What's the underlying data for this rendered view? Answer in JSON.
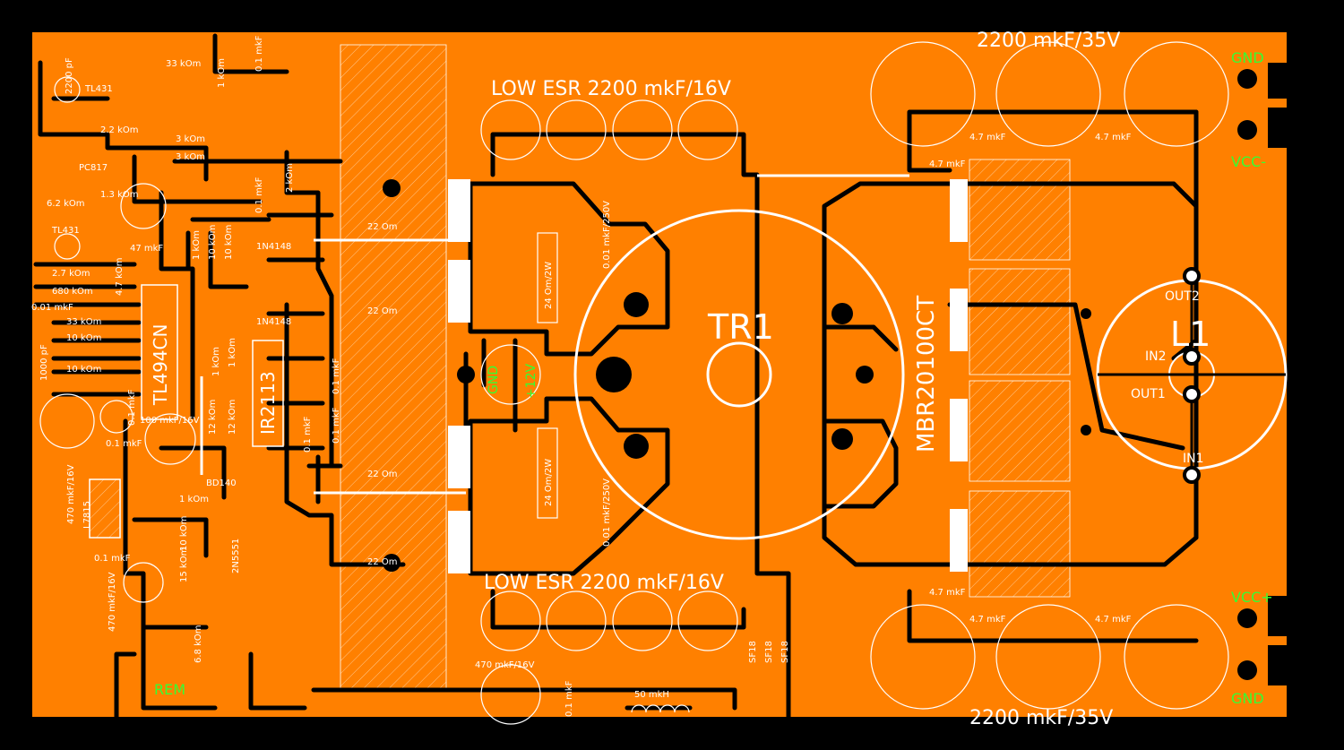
{
  "colors": {
    "board": "#ff8000",
    "background": "#000000",
    "silkscreen": "#ffffff",
    "connector_label": "#33ff33"
  },
  "board": {
    "large_labels": {
      "cap_bank_top": "2200 mkF/35V",
      "cap_bank_bottom": "2200 mkF/35V",
      "low_esr_top": "LOW ESR 2200 mkF/16V",
      "low_esr_bottom": "LOW ESR 2200 mkF/16V",
      "transformer": "TR1",
      "inductor": "L1",
      "rectifier": "MBR20100CT",
      "pwm_ic": "TL494CN",
      "driver_ic": "IR2113"
    },
    "connectors": {
      "gnd_top": "GND",
      "vcc_minus": "VCC-",
      "vcc_plus": "VCC+",
      "gnd_bottom": "GND",
      "rem": "REM",
      "in_gnd": "GND",
      "in_12v": "+12V"
    },
    "inductor_pins": {
      "out2": "OUT2",
      "in2": "IN2",
      "out1": "OUT1",
      "in1": "IN1"
    },
    "components": {
      "c_2200pf": "2200 pF",
      "tl431_top": "TL431",
      "r_33k": "33 kOm",
      "r_1k_top": "1 kOm",
      "c_01_top": "0.1 mkF",
      "r_22k": "2.2 kOm",
      "pc817": "PC817",
      "r_3k_a": "3 kOm",
      "r_3k_b": "3 kOm",
      "r_13k": "1.3 kOm",
      "r_62k": "6.2 kOm",
      "tl431_bot": "TL431",
      "c_47mkf": "47 mkF",
      "r_27k": "2.7 kOm",
      "r_680k": "680 kOm",
      "c_001": "0.01 mkF",
      "r_33k_b": "33 kOm",
      "r_10k_a": "10 kOm",
      "r_10k_b": "10 kOm",
      "c_1000pf": "1000 pF",
      "r_47k": "4.7 kOm",
      "r_2k": "2 kOm",
      "c_01_mid": "0.1 mkF",
      "r_10k_c": "10 kOm",
      "r_10k_d": "10 kOm",
      "r_1k_mid": "1 kOm",
      "d_1n4148_a": "1N4148",
      "d_1n4148_b": "1N4148",
      "r_22om_1": "22 Om",
      "r_22om_2": "22 Om",
      "r_22om_3": "22 Om",
      "r_22om_4": "22 Om",
      "r_24om_a": "24 Om/2W",
      "r_24om_b": "24 Om/2W",
      "c_001_250a": "0.01 mkF/250V",
      "c_001_250b": "0.01 mkF/250V",
      "c_100mkf": "100 mkF/16V",
      "c_01_a": "0.1 mkF",
      "c_01_b": "0.1 mkF",
      "r_1k_a": "1 kOm",
      "r_1k_b": "1 kOm",
      "r_12k_a": "12 kOm",
      "r_12k_b": "12 kOm",
      "c_01_ir": "0.1 mkF",
      "c_01_ir2": "0.1 mkF",
      "c_01_ir3": "0.1 mkF",
      "c_470_a": "470 mkF/16V",
      "c_470_b": "470 mkF/16V",
      "c_470_c": "470 mkF/16V",
      "l7815": "L7815",
      "bd140": "BD140",
      "r_1k_bd": "1 kOm",
      "r_10k_e": "10 kOm",
      "r_15k": "15 kOm",
      "q_2n5551": "2N5551",
      "r_68k": "6.8 kOm",
      "c_01_low": "0.1 mkF",
      "l_50mkh": "50 mkH",
      "c_01_bot": "0.1 mkF",
      "sf18_a": "SF18",
      "sf18_b": "SF18",
      "sf18_c": "SF18",
      "c_47mkf_1": "4.7 mkF",
      "c_47mkf_2": "4.7 mkF",
      "c_47mkf_3": "4.7 mkF",
      "c_47mkf_4": "4.7 mkF",
      "c_47mkf_5": "4.7 mkF",
      "c_47mkf_6": "4.7 mkF"
    }
  }
}
